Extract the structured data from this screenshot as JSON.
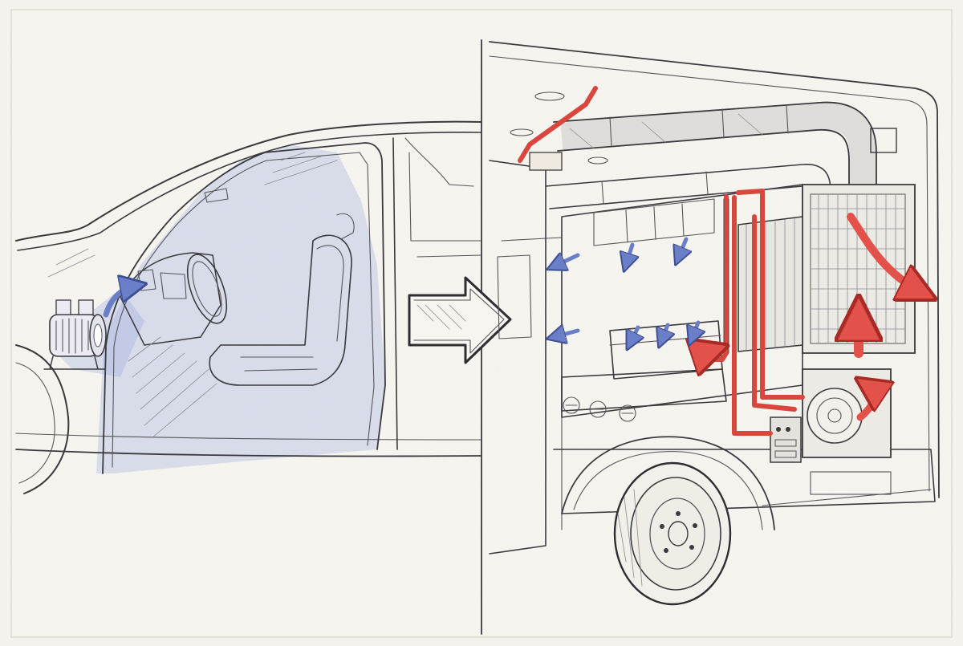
{
  "illustration": {
    "style": "pencil-sketch",
    "colors": {
      "paper": "#f4f2ec",
      "ink": "#3a3a3e",
      "cool_air": "#6b7fc9",
      "cool_wash": "#8c9de0",
      "warm_air": "#e2524a",
      "warm_pipe": "#d8463e"
    },
    "panels": [
      {
        "id": "left",
        "subject": "car-interior-with-auxiliary-blower"
      },
      {
        "id": "right",
        "subject": "van-interior-hvac-system"
      }
    ],
    "transition_icon": "right-arrow-icon"
  }
}
